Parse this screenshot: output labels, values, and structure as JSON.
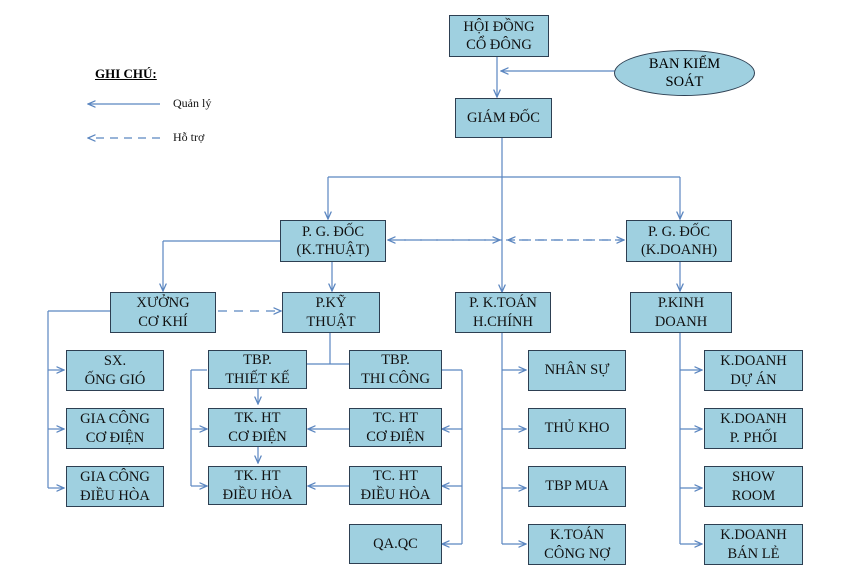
{
  "legend": {
    "title": "GHI CHÚ:",
    "manage_label": "Quản lý",
    "support_label": "Hỗ trợ"
  },
  "nodes": {
    "hoi_dong_co_dong": "HỘI ĐỒNG\nCỔ ĐÔNG",
    "ban_kiem_soat": "BAN KIỂM\nSOÁT",
    "giam_doc": "GIÁM ĐỐC",
    "pgd_ky_thuat": "P. G. ĐỐC\n(K.THUẬT)",
    "pgd_kinh_doanh": "P. G. ĐỐC\n(K.DOANH)",
    "xuong_co_khi": "XƯỞNG\nCƠ KHÍ",
    "p_ky_thuat": "P.KỸ\nTHUẬT",
    "p_ke_toan": "P. K.TOÁN\nH.CHÍNH",
    "p_kinh_doanh": "P.KINH\nDOANH",
    "sx_ong_gio": "SX.\nỐNG GIÓ",
    "gia_cong_co_dien": "GIA CÔNG\nCƠ ĐIỆN",
    "gia_cong_dieu_hoa": "GIA CÔNG\nĐIỀU HÒA",
    "tbp_thiet_ke": "TBP.\nTHIẾT KẾ",
    "tbp_thi_cong": "TBP.\nTHI CÔNG",
    "tk_ht_co_dien": "TK. HT\nCƠ ĐIỆN",
    "tc_ht_co_dien": "TC. HT\nCƠ ĐIỆN",
    "tk_ht_dieu_hoa": "TK. HT\nĐIỀU HÒA",
    "tc_ht_dieu_hoa": "TC. HT\nĐIỀU HÒA",
    "qa_qc": "QA.QC",
    "nhan_su": "NHÂN SỰ",
    "thu_kho": "THỦ KHO",
    "tbp_mua": "TBP MUA",
    "k_toan_cong_no": "K.TOÁN\nCÔNG NỢ",
    "kd_du_an": "K.DOANH\nDỰ ÁN",
    "kd_p_phoi": "K.DOANH\nP. PHỐI",
    "show_room": "SHOW\nROOM",
    "kd_ban_le": "K.DOANH\nBÁN LẺ"
  },
  "colors": {
    "box_fill": "#9fd0e0",
    "box_border": "#2d3f52",
    "connector": "#5b86c0"
  }
}
